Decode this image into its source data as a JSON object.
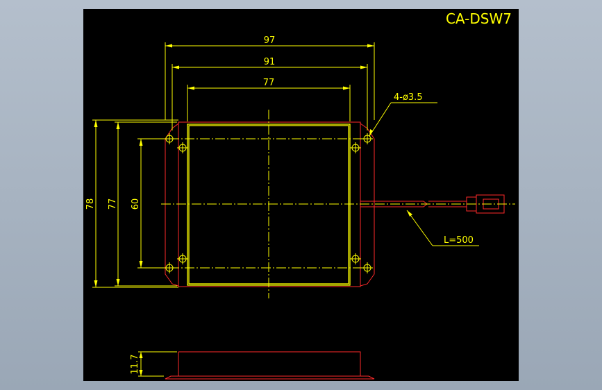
{
  "title": "CA-DSW7",
  "dimensions": {
    "width_outer": "97",
    "width_holes": "91",
    "width_inner": "77",
    "height_outer": "78",
    "height_body": "77",
    "height_holes": "60",
    "thickness": "11.7"
  },
  "annotations": {
    "hole_callout": "4-ø3.5",
    "cable_length": "L=500"
  },
  "colors": {
    "dimension": "#ffff00",
    "outline": "#ff2a2a",
    "background": "#000000"
  }
}
